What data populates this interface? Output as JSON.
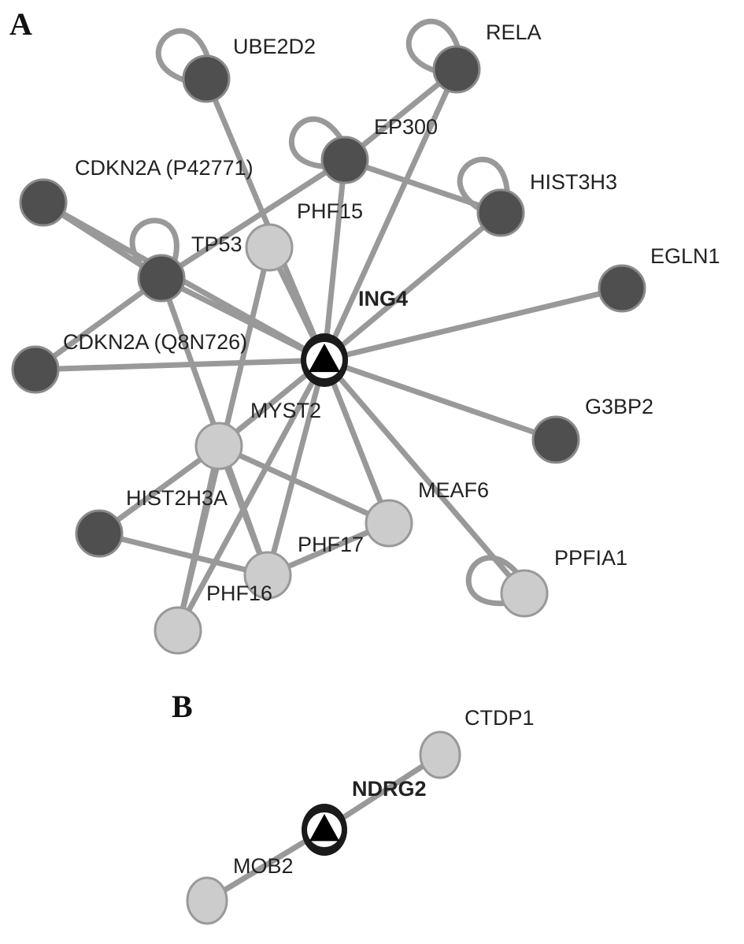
{
  "panels": [
    {
      "id": "A",
      "label": "A"
    },
    {
      "id": "B",
      "label": "B"
    }
  ],
  "colors": {
    "edge": "#999999",
    "node_dark": "#4f4f4f",
    "node_light": "#cccccc",
    "hub": "#1a1a1a"
  },
  "nodes": {
    "ING4": {
      "label": "ING4",
      "kind": "hub"
    },
    "UBE2D2": {
      "label": "UBE2D2",
      "kind": "dark",
      "self_loop": true
    },
    "RELA": {
      "label": "RELA",
      "kind": "dark",
      "self_loop": true
    },
    "EP300": {
      "label": "EP300",
      "kind": "dark",
      "self_loop": true
    },
    "HIST3H3": {
      "label": "HIST3H3",
      "kind": "dark",
      "self_loop": true
    },
    "CDKN2A_P42771": {
      "label": "CDKN2A (P42771)",
      "kind": "dark",
      "self_loop": false
    },
    "PHF15": {
      "label": "PHF15",
      "kind": "light",
      "self_loop": false
    },
    "TP53": {
      "label": "TP53",
      "kind": "dark",
      "self_loop": true
    },
    "EGLN1": {
      "label": "EGLN1",
      "kind": "dark",
      "self_loop": false
    },
    "CDKN2A_Q8N726": {
      "label": "CDKN2A (Q8N726)",
      "kind": "dark",
      "self_loop": false
    },
    "MYST2": {
      "label": "MYST2",
      "kind": "light",
      "self_loop": false
    },
    "G3BP2": {
      "label": "G3BP2",
      "kind": "dark",
      "self_loop": false
    },
    "MEAF6": {
      "label": "MEAF6",
      "kind": "light",
      "self_loop": false
    },
    "HIST2H3A": {
      "label": "HIST2H3A",
      "kind": "dark",
      "self_loop": false
    },
    "PHF17": {
      "label": "PHF17",
      "kind": "light",
      "self_loop": false
    },
    "PPFIA1": {
      "label": "PPFIA1",
      "kind": "light",
      "self_loop": true
    },
    "PHF16": {
      "label": "PHF16",
      "kind": "light",
      "self_loop": false
    },
    "UNLABELED": {
      "label": "",
      "kind": "light",
      "self_loop": false
    },
    "NDRG2": {
      "label": "NDRG2",
      "kind": "hub"
    },
    "CTDP1": {
      "label": "CTDP1",
      "kind": "light",
      "self_loop": false
    },
    "MOB2": {
      "label": "MOB2",
      "kind": "light",
      "self_loop": false
    }
  },
  "edges": [
    [
      "ING4",
      "UBE2D2"
    ],
    [
      "ING4",
      "RELA"
    ],
    [
      "ING4",
      "EP300"
    ],
    [
      "ING4",
      "HIST3H3"
    ],
    [
      "ING4",
      "CDKN2A_P42771"
    ],
    [
      "ING4",
      "PHF15"
    ],
    [
      "ING4",
      "TP53"
    ],
    [
      "ING4",
      "EGLN1"
    ],
    [
      "ING4",
      "CDKN2A_Q8N726"
    ],
    [
      "ING4",
      "MYST2"
    ],
    [
      "ING4",
      "G3BP2"
    ],
    [
      "ING4",
      "MEAF6"
    ],
    [
      "ING4",
      "PHF17"
    ],
    [
      "ING4",
      "PHF16"
    ],
    [
      "ING4",
      "UNLABELED"
    ],
    [
      "ING4",
      "PPFIA1"
    ],
    [
      "EP300",
      "RELA"
    ],
    [
      "EP300",
      "HIST3H3"
    ],
    [
      "EP300",
      "TP53"
    ],
    [
      "TP53",
      "CDKN2A_P42771"
    ],
    [
      "TP53",
      "CDKN2A_Q8N726"
    ],
    [
      "TP53",
      "PHF16"
    ],
    [
      "PHF15",
      "UNLABELED"
    ],
    [
      "MYST2",
      "HIST2H3A"
    ],
    [
      "MYST2",
      "PHF17"
    ],
    [
      "MYST2",
      "PHF16"
    ],
    [
      "MYST2",
      "UNLABELED"
    ],
    [
      "HIST2H3A",
      "PHF16"
    ],
    [
      "PHF16",
      "PHF17"
    ],
    [
      "NDRG2",
      "CTDP1"
    ],
    [
      "NDRG2",
      "MOB2"
    ]
  ]
}
